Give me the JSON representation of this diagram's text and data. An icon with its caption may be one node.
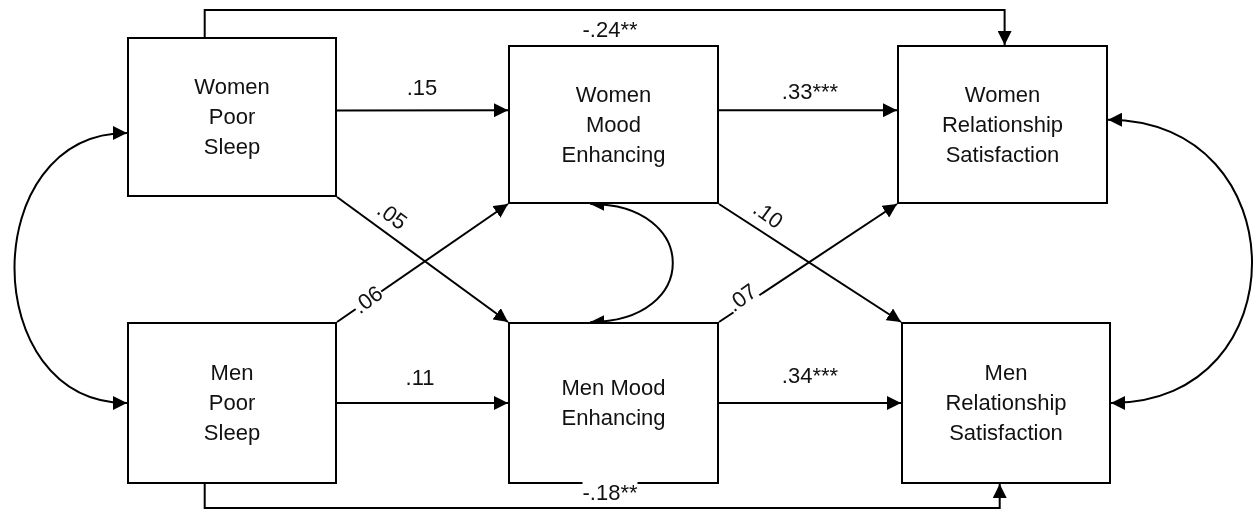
{
  "diagram": {
    "nodes": [
      {
        "text": [
          "Women Poor Sleep"
        ]
      },
      {
        "text": [
          "Women Mood Enhancing"
        ]
      },
      {
        "text": [
          "Women Relationship Satisfaction"
        ]
      },
      {
        "text": [
          "Men Poor Sleep"
        ]
      },
      {
        "text": [
          "Men Mood Enhancing"
        ]
      },
      {
        "text": [
          "Men Relationship Satisfaction"
        ]
      }
    ],
    "edges": [
      {
        "from": 0,
        "to": 1,
        "arrow": "to",
        "label": ".15"
      },
      {
        "from": 1,
        "to": 2,
        "arrow": "to",
        "label": ".33***"
      },
      {
        "from": 3,
        "to": 4,
        "arrow": "to",
        "label": ".11"
      },
      {
        "from": 4,
        "to": 5,
        "arrow": "to",
        "label": ".34***"
      },
      {
        "from": 0,
        "to": 4,
        "arrow": "to",
        "label": ".05"
      },
      {
        "from": 3,
        "to": 1,
        "arrow": "to",
        "label": ".06"
      },
      {
        "from": 1,
        "to": 5,
        "arrow": "to",
        "label": ".10"
      },
      {
        "from": 4,
        "to": 2,
        "arrow": "to",
        "label": ".07"
      },
      {
        "from": 0,
        "to": 2,
        "arrow": "to",
        "label": "-.24**"
      },
      {
        "from": 3,
        "to": 5,
        "arrow": "to",
        "label": "-.18**"
      },
      {
        "from": 0,
        "to": 3,
        "arrow": "both"
      },
      {
        "from": 1,
        "to": 4,
        "arrow": "both"
      },
      {
        "from": 2,
        "to": 5,
        "arrow": "both"
      }
    ]
  }
}
